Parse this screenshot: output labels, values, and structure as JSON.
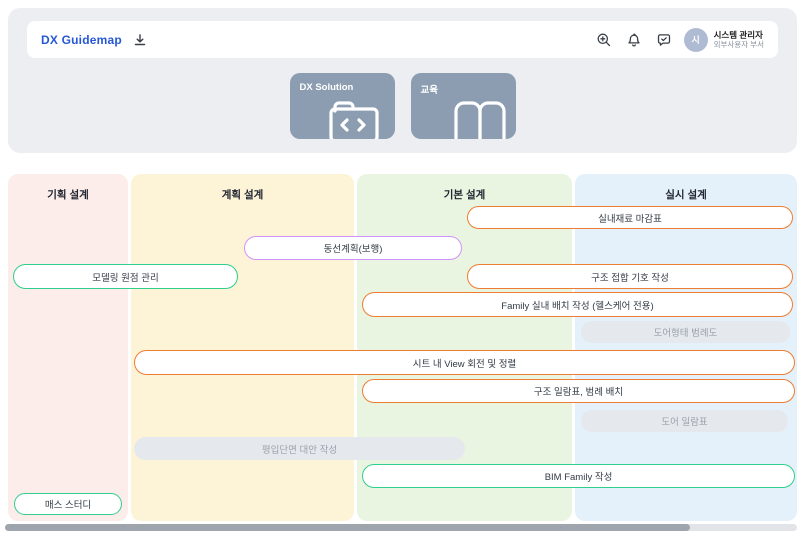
{
  "colors": {
    "accent_blue": "#2557D6",
    "pill_orange": "#ED7D31",
    "pill_purple": "#CE93F8",
    "pill_green": "#2FCE8C",
    "disabled_pill_bg": "#E5E8EC",
    "card_slate": "#8C9DB1",
    "column_pink": "#FCEDEA",
    "column_yellow": "#FDF4D8",
    "column_green": "#E9F5E1",
    "column_blue": "#E4F1FB"
  },
  "header": {
    "title": "DX Guidemap",
    "icons": [
      "download-icon",
      "zoom-in-icon",
      "bell-icon",
      "chat-check-icon"
    ],
    "user": {
      "initial": "시",
      "name": "시스템 관리자",
      "dept": "외부사용자 부서"
    }
  },
  "hero": {
    "cards": [
      {
        "label": "DX Solution",
        "icon": "folder-code-icon"
      },
      {
        "label": "교육",
        "icon": "open-book-icon"
      }
    ]
  },
  "columns": [
    {
      "label": "기획 설계"
    },
    {
      "label": "계획 설계"
    },
    {
      "label": "기본 설계"
    },
    {
      "label": "실시 설계"
    }
  ],
  "pills": [
    {
      "label": "실내재료 마감표",
      "variant": "orange"
    },
    {
      "label": "동선계획(보행)",
      "variant": "purple"
    },
    {
      "label": "모델링 원점 관리",
      "variant": "green"
    },
    {
      "label": "구조 접합 기호 작성",
      "variant": "orange"
    },
    {
      "label": "Family 실내 배치 작성 (헬스케어 전용)",
      "variant": "orange"
    },
    {
      "label": "도어형태 범례도",
      "variant": "gray"
    },
    {
      "label": "시트 내 View 회전 및 정렬",
      "variant": "orange"
    },
    {
      "label": "구조 일람표, 범례 배치",
      "variant": "orange"
    },
    {
      "label": "도어 일람표",
      "variant": "gray"
    },
    {
      "label": "평입단면 대안 작성",
      "variant": "gray"
    },
    {
      "label": "BIM Family 작성",
      "variant": "green"
    },
    {
      "label": "매스 스터디",
      "variant": "green"
    }
  ]
}
